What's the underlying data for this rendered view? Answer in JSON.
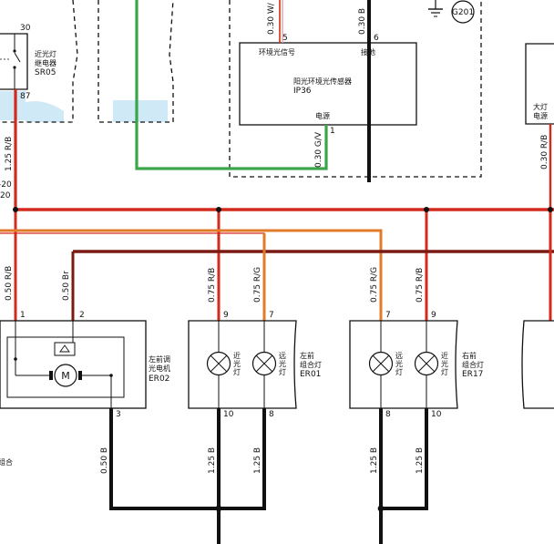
{
  "wires": {
    "top_w": "0.30 W/",
    "top_b": "0.30 B",
    "rb_left": "1.25 R/B",
    "gv": "0.30 G/V",
    "rb_05": "0.50 R/B",
    "br_05": "0.50 Br",
    "rb_075_er01": "0.75 R/B",
    "rg_075_er01": "0.75 R/G",
    "rg_075_er17": "0.75 R/G",
    "rb_075_er17": "0.75 R/B",
    "b_05_er02": "0.50 B",
    "b_125_a": "1.25 B",
    "b_125_b": "1.25 B",
    "b_125_c": "1.25 B",
    "b_125_d": "1.25 B",
    "rb_right": "0.30 R/B",
    "left_frag1": "-20",
    "left_frag2": "20"
  },
  "pins": {
    "sr05_30": "30",
    "sr05_87": "87",
    "ip36_5": "5",
    "ip36_6": "6",
    "ip36_1": "1",
    "er02_1": "1",
    "er02_2": "2",
    "er02_3": "3",
    "er01_9": "9",
    "er01_7": "7",
    "er01_10": "10",
    "er01_8": "8",
    "er17_7": "7",
    "er17_9": "9",
    "er17_8": "8",
    "er17_10": "10"
  },
  "components": {
    "sr05": {
      "name_line1": "近光灯",
      "name_line2": "继电器",
      "code": "SR05"
    },
    "ip36": {
      "signal_label": "环境光信号",
      "ground_label": "接地",
      "name": "阳光环境光传感器",
      "code": "IP36",
      "power_label": "电源"
    },
    "g201": {
      "label": "G201"
    },
    "er02": {
      "name_line1": "左前调",
      "name_line2": "光电机",
      "code": "ER02",
      "motor_symbol": "M"
    },
    "er01": {
      "name_line1": "左前",
      "name_line2": "组合灯",
      "code": "ER01",
      "lamp1_line1": "近",
      "lamp1_line2": "光",
      "lamp1_line3": "灯",
      "lamp2_line1": "远",
      "lamp2_line2": "光",
      "lamp2_line3": "灯"
    },
    "er17": {
      "name_line1": "右前",
      "name_line2": "组合灯",
      "code": "ER17",
      "lamp1_line1": "远",
      "lamp1_line2": "光",
      "lamp1_line3": "灯",
      "lamp2_line1": "近",
      "lamp2_line2": "光",
      "lamp2_line3": "灯"
    },
    "right_relay": {
      "line1": "大灯",
      "line2": "电源"
    },
    "left_fragment": "组合"
  },
  "colors": {
    "red": "#d42a1e",
    "red_green": "#e07b2a",
    "brown": "#7a1a12",
    "black": "#111111",
    "green": "#3aa64a",
    "light_blue": "#cfe9f6"
  }
}
